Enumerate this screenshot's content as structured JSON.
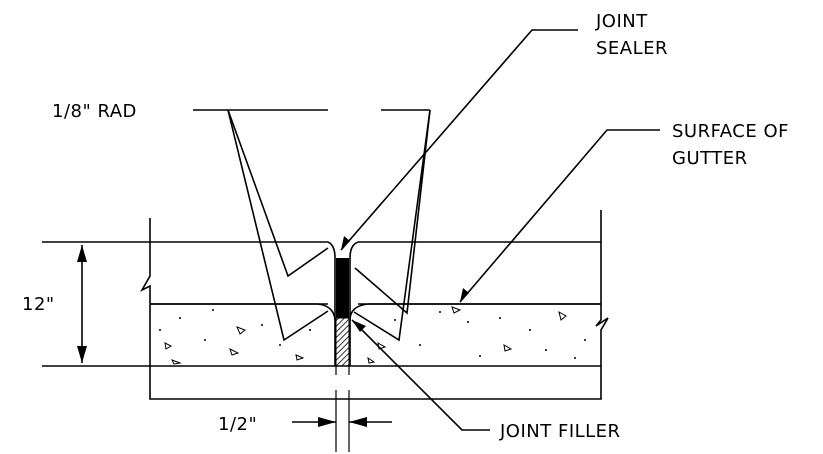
{
  "labels": {
    "joint_sealer_line1": "JOINT",
    "joint_sealer_line2": "SEALER",
    "radius": "1/8\" RAD",
    "surface_line1": "SURFACE OF",
    "surface_line2": "GUTTER",
    "depth": "12\"",
    "width": "1/2\"",
    "joint_filler": "JOINT FILLER"
  }
}
